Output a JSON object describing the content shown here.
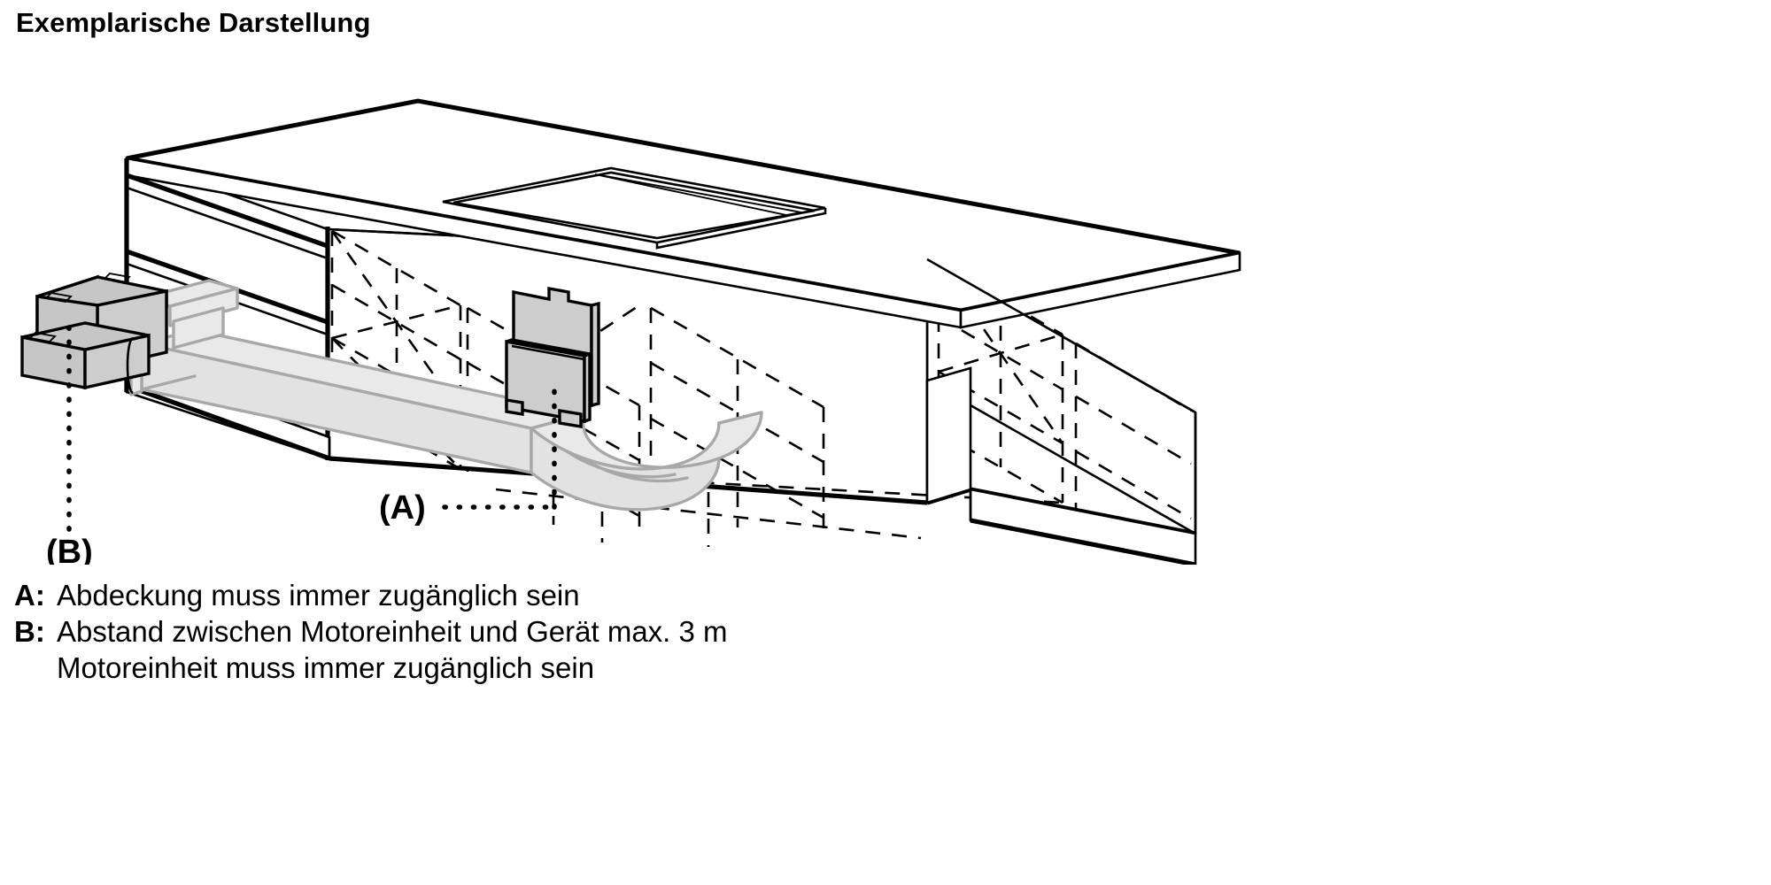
{
  "document": {
    "title": "Exemplarische Darstellung",
    "language": "de"
  },
  "diagram": {
    "name": "kitchen-island-extractor-installation",
    "description": "Isometrische Schnittdarstellung einer Kücheninsel mit Kochfeld, Abluftkanal, Motoreinheit und Abdeckung",
    "callouts": [
      {
        "id": "A",
        "label": "(A)",
        "target": "abdeckung"
      },
      {
        "id": "B",
        "label": "(B)",
        "target": "motoreinheit"
      }
    ]
  },
  "legend": {
    "items": [
      {
        "key": "A:",
        "text": "Abdeckung muss immer zugänglich sein",
        "continuation": ""
      },
      {
        "key": "B:",
        "text": "Abstand zwischen Motoreinheit und Gerät max. 3 m",
        "continuation": "Motoreinheit muss immer zugänglich sein"
      }
    ]
  },
  "colors": {
    "line": "#000000",
    "component_fill": "#cdcdcd",
    "duct_fill": "#e9e9e9",
    "duct_stroke": "#a8a8a8",
    "background": "#ffffff"
  }
}
